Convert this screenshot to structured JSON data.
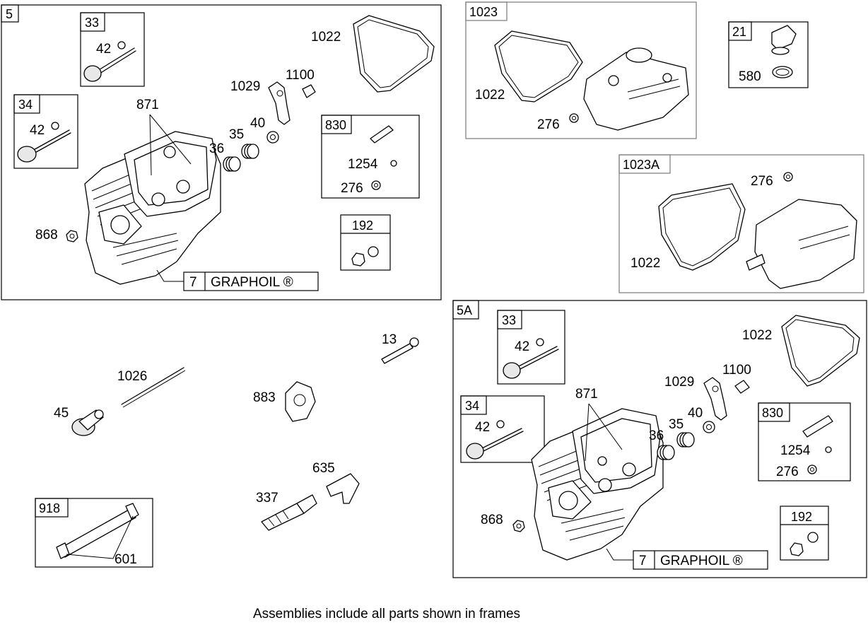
{
  "footer_note": "Assemblies include all parts shown in frames",
  "frames": {
    "f5": "5",
    "f5a": "5A",
    "f1023": "1023",
    "f1023a": "1023A",
    "f21": "21",
    "f33a": "33",
    "f34a": "34",
    "f830a": "830",
    "f192a": "192",
    "f33b": "33",
    "f34b": "34",
    "f830b": "830",
    "f192b": "192",
    "f918": "918"
  },
  "graphoil": {
    "number": "7",
    "label": "GRAPHOIL ®"
  },
  "labels": {
    "p1022": "1022",
    "p871": "871",
    "p1029": "1029",
    "p1100": "1100",
    "p36": "36",
    "p35": "35",
    "p40": "40",
    "p868": "868",
    "p42": "42",
    "p1254": "1254",
    "p276": "276",
    "p580": "580",
    "p13": "13",
    "p1026": "1026",
    "p45": "45",
    "p883": "883",
    "p635": "635",
    "p337": "337",
    "p601": "601"
  }
}
